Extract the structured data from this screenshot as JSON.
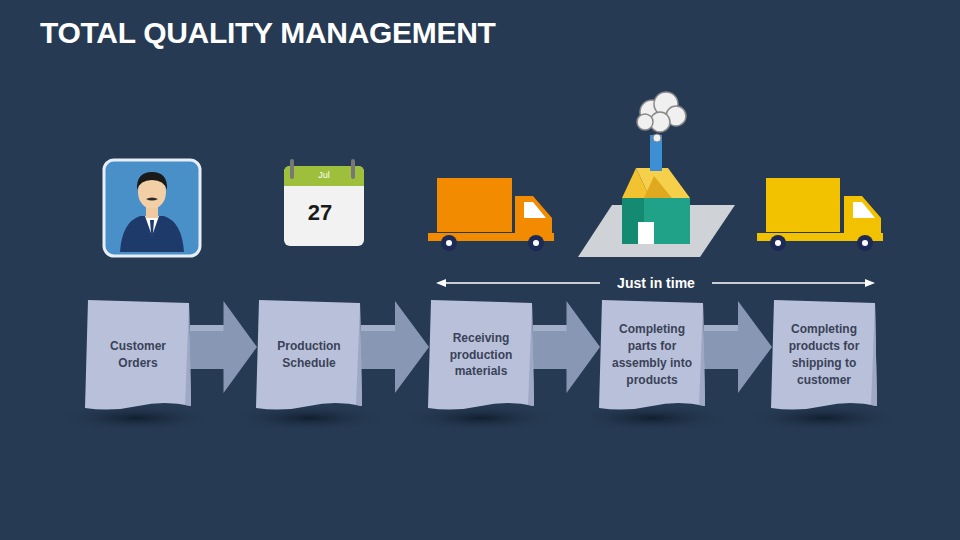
{
  "diagram": {
    "title": "TOTAL QUALITY MANAGEMENT",
    "nodes": [
      {
        "text": [
          "Customer Orders"
        ]
      },
      {
        "text": [
          "Production Schedule"
        ]
      },
      {
        "text": [
          "Receiving production materials"
        ]
      },
      {
        "text": [
          "Completing parts for assembly into products"
        ]
      },
      {
        "text": [
          "Completing products for shipping to customer"
        ]
      }
    ],
    "edges": [
      {
        "from": 0,
        "to": 1,
        "arrow": "to"
      },
      {
        "from": 1,
        "to": 2,
        "arrow": "to"
      },
      {
        "from": 2,
        "to": 3,
        "arrow": "to"
      },
      {
        "from": 3,
        "to": 4,
        "arrow": "to"
      }
    ],
    "labels": [
      "Jul",
      "27",
      "Just in time"
    ]
  }
}
